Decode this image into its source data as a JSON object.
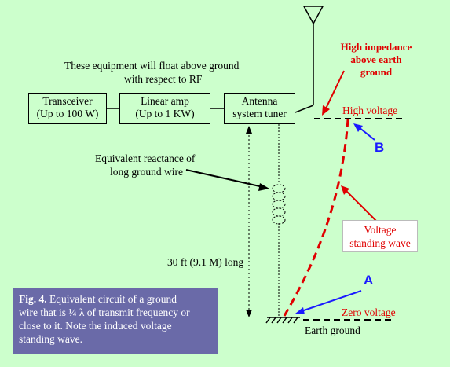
{
  "header": {
    "float_line1": "These equipment will float above ground",
    "float_line2": "with respect to RF"
  },
  "boxes": [
    {
      "line1": "Transceiver",
      "line2": "(Up to 100 W)"
    },
    {
      "line1": "Linear amp",
      "line2": "(Up to 1 KW)"
    },
    {
      "line1": "Antenna",
      "line2": "system tuner"
    }
  ],
  "labels": {
    "high_impedance_1": "High impedance",
    "high_impedance_2": "above earth",
    "high_impedance_3": "ground",
    "high_voltage": "High voltage",
    "zero_voltage": "Zero voltage",
    "earth_ground": "Earth ground",
    "reactance_1": "Equivalent reactance of",
    "reactance_2": "long ground wire",
    "length": "30 ft (9.1 M) long",
    "voltage_1": "Voltage",
    "voltage_2": "standing wave",
    "point_a": "A",
    "point_b": "B"
  },
  "caption": {
    "fig": "Fig. 4.",
    "line1": " Equivalent circuit of a ground",
    "line2": "wire that is ¼ λ of transmit frequency or",
    "line3": "close to it. Note the induced voltage",
    "line4": "standing wave."
  },
  "colors": {
    "background": "#ccffcc",
    "red": "#e00000",
    "blue": "#1a1aff",
    "caption_bg": "#6a6aa8"
  }
}
